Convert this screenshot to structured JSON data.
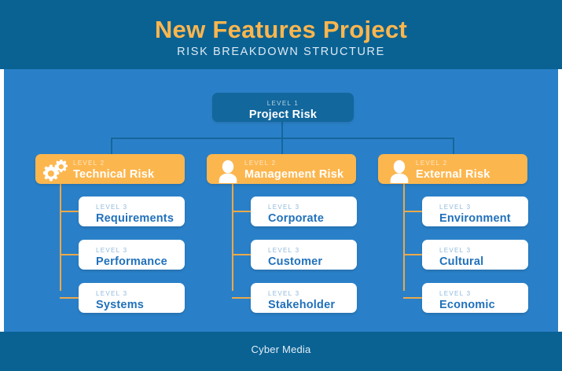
{
  "header": {
    "title": "New Features Project",
    "subtitle": "RISK BREAKDOWN STRUCTURE"
  },
  "footer": {
    "text": "Cyber Media"
  },
  "colors": {
    "header_band": "#0a6293",
    "canvas_background": "#2a80c8",
    "accent_orange": "#fcb64e",
    "level1_box": "#12679c",
    "level3_box": "#ffffff",
    "level3_text": "#2171bb",
    "connector_blue": "#15679b",
    "connector_gold": "#eaa94a",
    "title_text": "#fcb64e"
  },
  "chart_data": {
    "type": "diagram",
    "title": "New Features Project",
    "subtitle": "RISK BREAKDOWN STRUCTURE",
    "root": {
      "tier": "LEVEL 1",
      "name": "Project Risk"
    },
    "branches": [
      {
        "tier": "LEVEL 2",
        "name": "Technical Risk",
        "icon": "gears-icon",
        "children": [
          {
            "tier": "LEVEL 3",
            "name": "Requirements"
          },
          {
            "tier": "LEVEL 3",
            "name": "Performance"
          },
          {
            "tier": "LEVEL 3",
            "name": "Systems"
          }
        ]
      },
      {
        "tier": "LEVEL 2",
        "name": "Management Risk",
        "icon": "person-icon",
        "children": [
          {
            "tier": "LEVEL 3",
            "name": "Corporate"
          },
          {
            "tier": "LEVEL 3",
            "name": "Customer"
          },
          {
            "tier": "LEVEL 3",
            "name": "Stakeholder"
          }
        ]
      },
      {
        "tier": "LEVEL 2",
        "name": "External Risk",
        "icon": "person-icon",
        "children": [
          {
            "tier": "LEVEL 3",
            "name": "Environment"
          },
          {
            "tier": "LEVEL 3",
            "name": "Cultural"
          },
          {
            "tier": "LEVEL 3",
            "name": "Economic"
          }
        ]
      }
    ]
  }
}
